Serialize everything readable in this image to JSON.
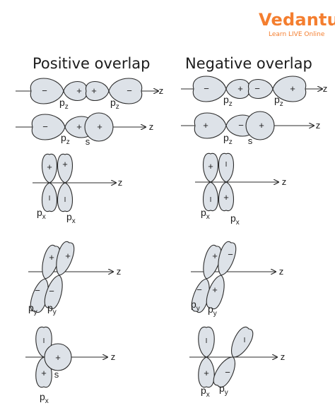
{
  "brand": {
    "name": "Vedantu",
    "tagline": "Learn LIVE Online",
    "color": "#f47e2f"
  },
  "columns": [
    {
      "title": "Positive overlap"
    },
    {
      "title": "Negative overlap"
    }
  ],
  "colors": {
    "lobe_fill": "#dde2e8",
    "stroke": "#2b2b2b"
  },
  "labels": {
    "axis": "z",
    "plus": "+",
    "minus": "−",
    "bar": "I",
    "p": "p",
    "s": "s",
    "sub_z": "z",
    "sub_x": "x",
    "sub_y": "y"
  }
}
